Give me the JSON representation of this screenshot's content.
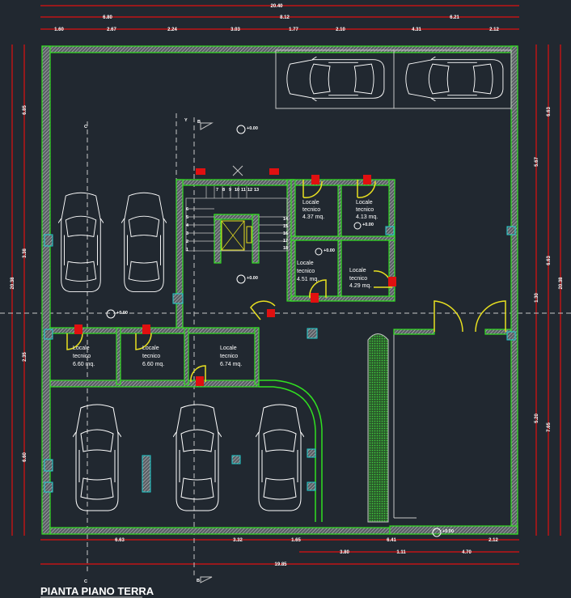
{
  "drawing": {
    "title": "PIANTA PIANO TERRA",
    "colors": {
      "background": "#212830",
      "wall": "#31e021",
      "dimension": "#e01010",
      "door": "#e8e020",
      "column": "#20d0d0"
    }
  },
  "dimensions": {
    "top_total": "20.40",
    "top_mid": [
      "6.80",
      "8.12",
      "6.21"
    ],
    "top_detail": [
      "1.60",
      "2.67",
      "2.24",
      "3.03",
      "1.77",
      "2.10",
      "4.31",
      "2.12"
    ],
    "bottom_row1": [
      "6.63",
      "3.32",
      "1.65",
      "6.41",
      "2.12"
    ],
    "bottom_row2": [
      "3.80",
      "1.11",
      "4.70"
    ],
    "bottom_total": "19.85",
    "left_total": "20.38",
    "left_detail": [
      "6.85",
      "3.38",
      "2.35",
      "6.60"
    ],
    "right_a": [
      "5.67",
      "1.30",
      "5.20"
    ],
    "right_b": [
      "6.63",
      "6.63",
      "7.65"
    ],
    "right_total": "20.38"
  },
  "rooms": [
    {
      "name": "Locale",
      "sub": "tecnico",
      "area": "4.37 mq."
    },
    {
      "name": "Locale",
      "sub": "tecnico",
      "area": "4.13 mq."
    },
    {
      "name": "Locale",
      "sub": "tecnico",
      "area": "4.51 mq."
    },
    {
      "name": "Locale",
      "sub": "tecnico",
      "area": "4.29 mq."
    },
    {
      "name": "Locale",
      "sub": "tecnico",
      "area": "6.60 mq."
    },
    {
      "name": "Locale",
      "sub": "tecnico",
      "area": "6.60 mq."
    },
    {
      "name": "Locale",
      "sub": "tecnico",
      "area": "6.74 mq."
    }
  ],
  "elevation": "+0.00",
  "sections": {
    "b": "B",
    "c": "C",
    "y": "Y"
  },
  "stairs": [
    "1",
    "2",
    "3",
    "4",
    "5",
    "6",
    "7",
    "8",
    "9",
    "10",
    "11",
    "12",
    "13",
    "14",
    "15",
    "16",
    "17",
    "18"
  ]
}
